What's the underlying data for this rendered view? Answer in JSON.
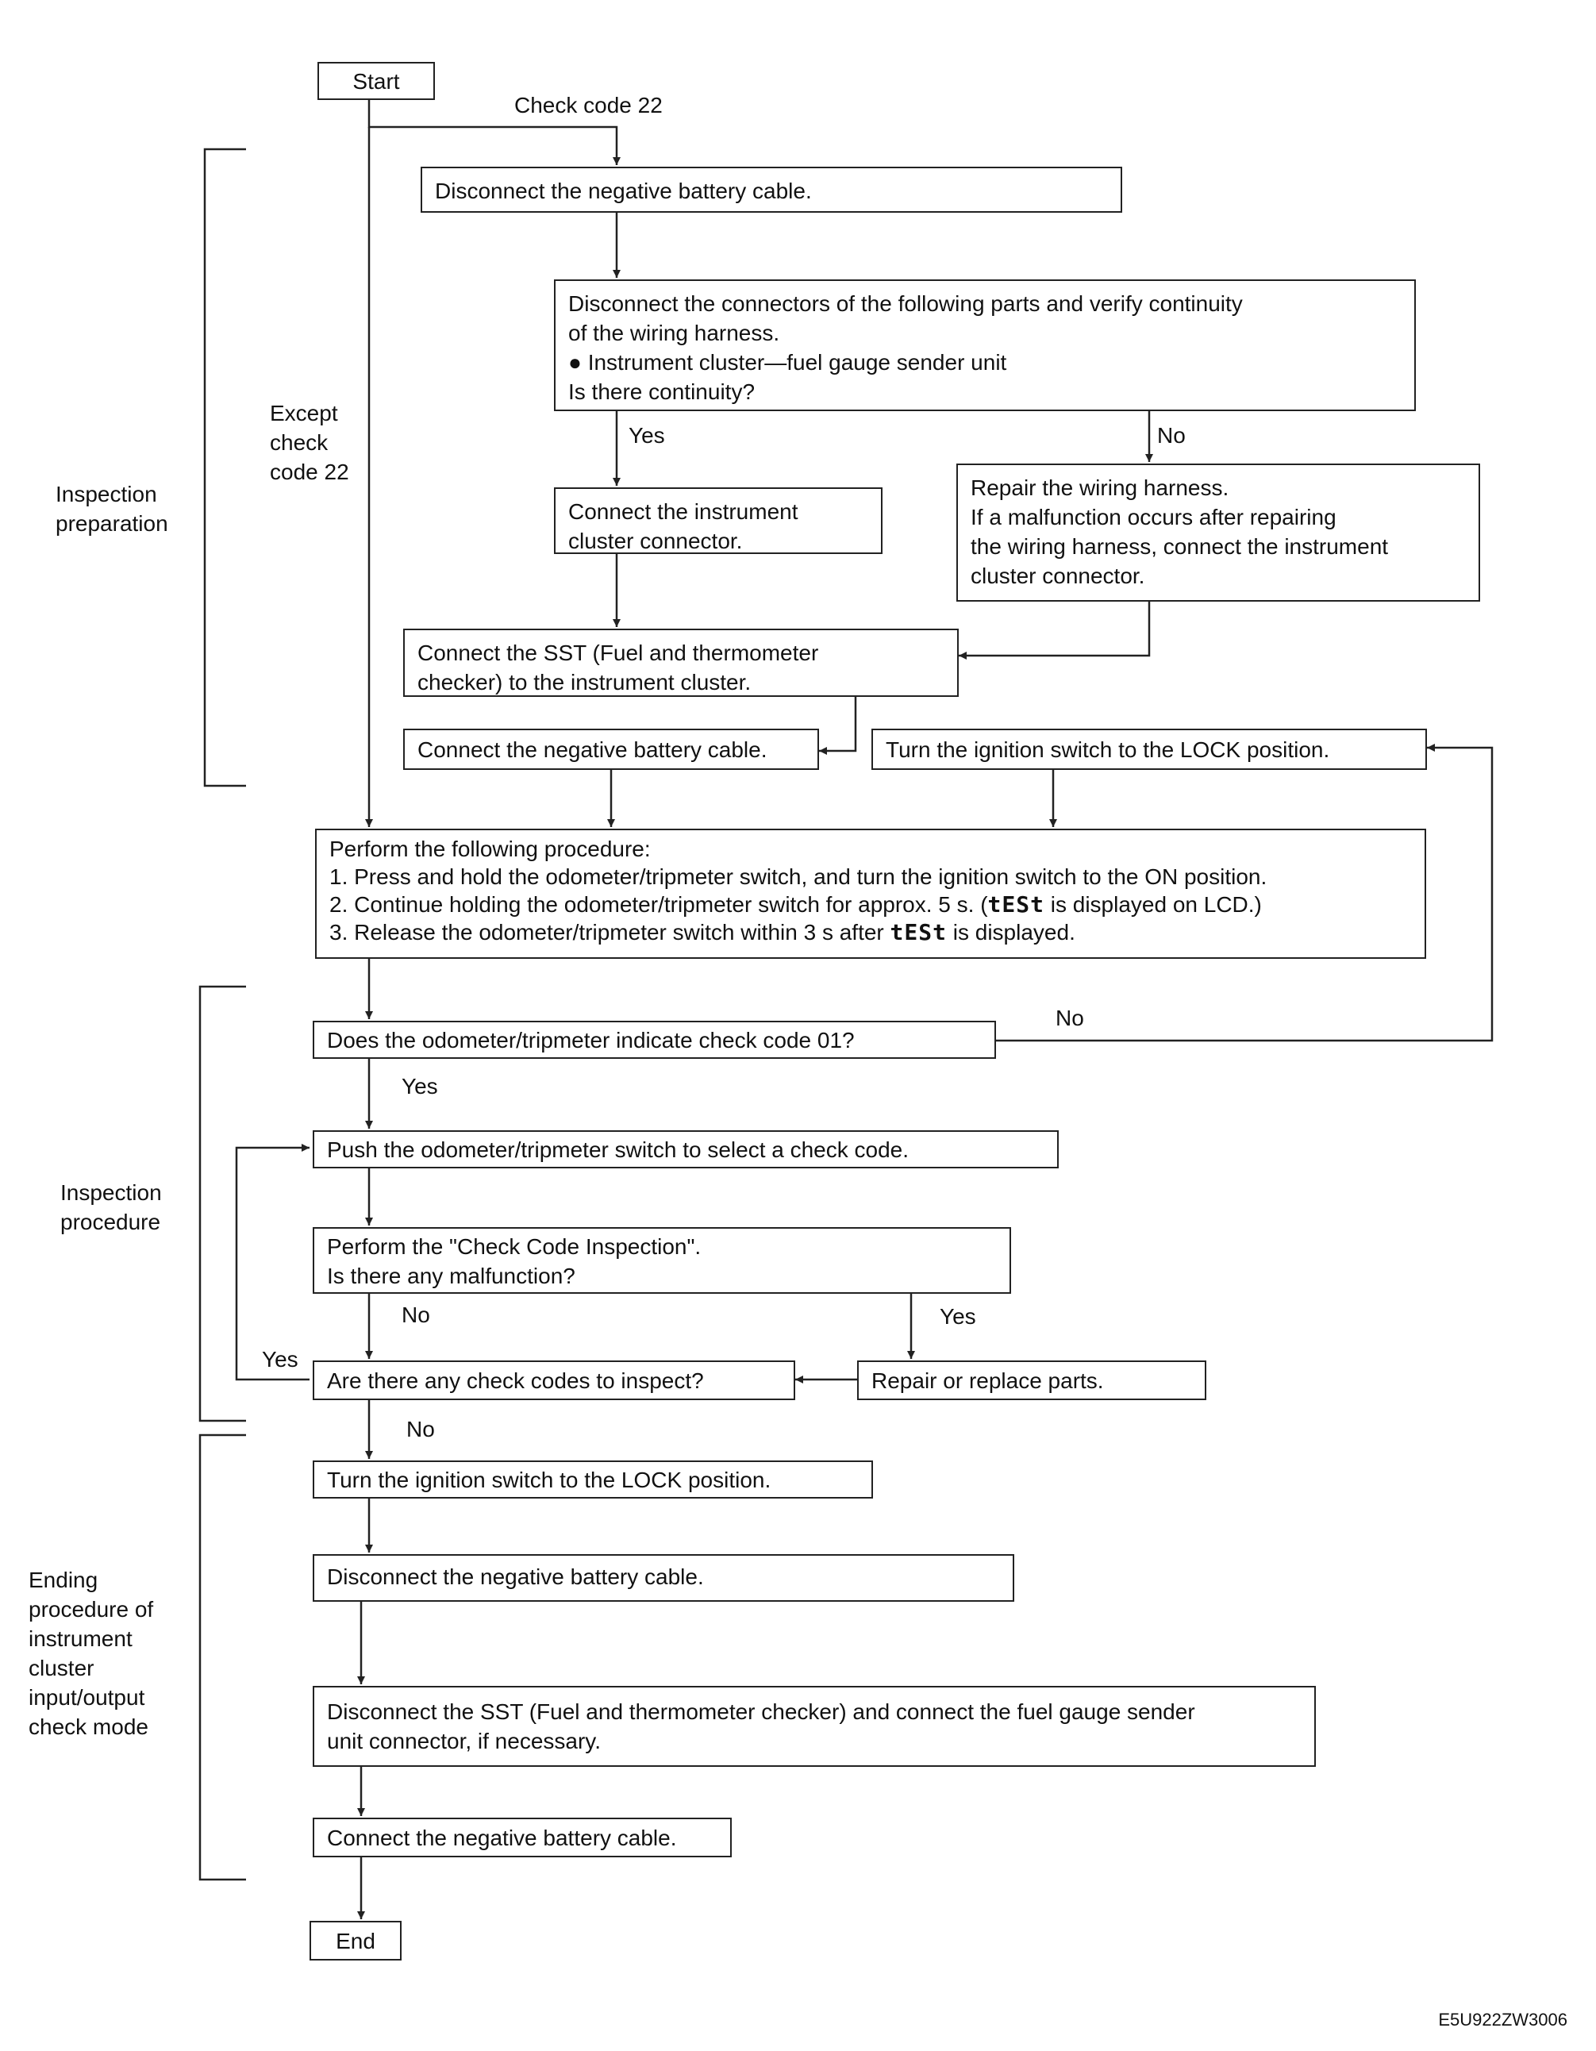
{
  "sections": {
    "preparation": "Inspection\npreparation",
    "procedure": "Inspection\nprocedure",
    "ending": "Ending\nprocedure of\ninstrument\ncluster\ninput/output\ncheck mode"
  },
  "branch_labels": {
    "check_code_22": "Check code 22",
    "except_check_code_22": "Except\ncheck\ncode 22",
    "yes": "Yes",
    "no": "No"
  },
  "steps": {
    "start": "Start",
    "disconnect_battery_1": "Disconnect the negative battery cable.",
    "verify_continuity": {
      "line1": "Disconnect the connectors of the following parts and verify continuity",
      "line2": "of the wiring harness.",
      "line3": "● Instrument cluster—fuel gauge sender unit",
      "line4": "Is there continuity?"
    },
    "connect_cluster": {
      "line1": "Connect the instrument",
      "line2": "cluster connector."
    },
    "repair_harness": {
      "line1": "Repair the wiring harness.",
      "line2": "If a malfunction occurs after repairing",
      "line3": "the wiring harness, connect the instrument",
      "line4": "cluster connector."
    },
    "connect_sst": {
      "line1": "Connect the SST (Fuel and thermometer",
      "line2": "checker) to the instrument cluster."
    },
    "connect_battery_1": "Connect the negative battery cable.",
    "turn_lock_1": "Turn the ignition switch to the LOCK position.",
    "perform_procedure": {
      "line0": "Perform the following procedure:",
      "line1": "1. Press and hold the odometer/tripmeter switch, and turn the ignition switch to the ON position.",
      "line2a": "2. Continue holding the odometer/tripmeter switch for approx. 5 s. (",
      "lcd": "tESt",
      "line2b": " is displayed on LCD.)",
      "line3a": "3. Release the odometer/tripmeter switch within 3 s after ",
      "line3b": " is displayed."
    },
    "check_code_01": "Does the odometer/tripmeter indicate check code 01?",
    "push_switch": "Push the odometer/tripmeter switch to select a check code.",
    "perform_inspection": {
      "line1": "Perform the \"Check Code Inspection\".",
      "line2": "Is there any malfunction?"
    },
    "more_codes": "Are there any check codes to inspect?",
    "repair_parts": "Repair or replace parts.",
    "turn_lock_2": "Turn the ignition switch to the LOCK position.",
    "disconnect_battery_2": "Disconnect the negative battery cable.",
    "disconnect_sst": {
      "line1": "Disconnect the SST (Fuel and thermometer checker) and connect the fuel gauge sender",
      "line2": "unit connector, if necessary."
    },
    "connect_battery_2": "Connect the negative battery cable.",
    "end": "End"
  },
  "figure_code": "E5U922ZW3006"
}
